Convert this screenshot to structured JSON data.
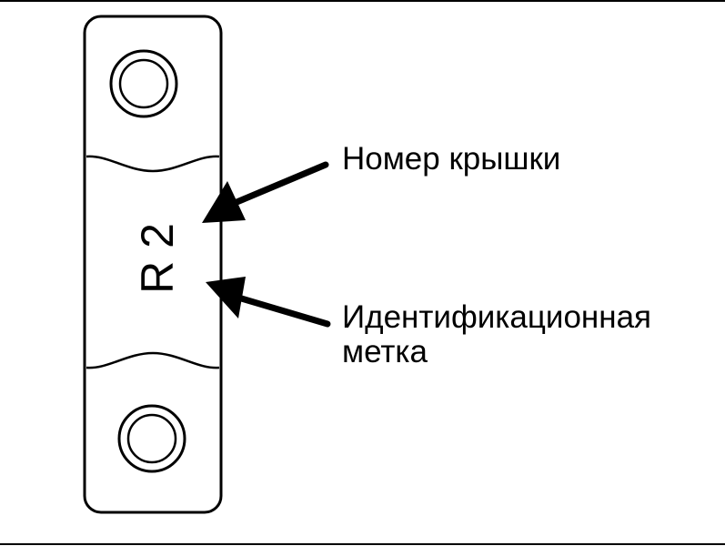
{
  "diagram": {
    "cap_marking": "R 2",
    "callouts": [
      {
        "id": "cap-number",
        "text": "Номер крышки"
      },
      {
        "id": "id-mark",
        "line1": "Идентификационная",
        "line2": "метка"
      }
    ],
    "colors": {
      "ink": "#000000",
      "paper": "#ffffff"
    }
  }
}
